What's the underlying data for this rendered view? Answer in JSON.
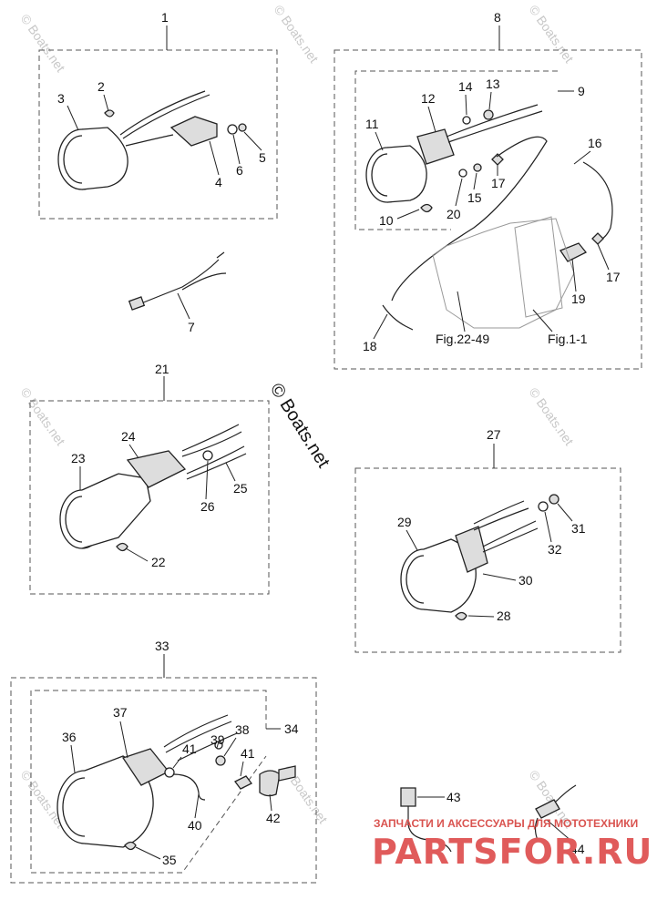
{
  "callouts": {
    "n1": "1",
    "n2": "2",
    "n3": "3",
    "n4": "4",
    "n5": "5",
    "n6": "6",
    "n7": "7",
    "n8": "8",
    "n9": "9",
    "n10": "10",
    "n11": "11",
    "n12": "12",
    "n13": "13",
    "n14": "14",
    "n15": "15",
    "n16": "16",
    "n17a": "17",
    "n17b": "17",
    "n18": "18",
    "n19": "19",
    "n20": "20",
    "n21": "21",
    "n22": "22",
    "n23": "23",
    "n24": "24",
    "n25": "25",
    "n26": "26",
    "n27": "27",
    "n28": "28",
    "n29": "29",
    "n30": "30",
    "n31": "31",
    "n32": "32",
    "n33": "33",
    "n34": "34",
    "n35": "35",
    "n36": "36",
    "n37": "37",
    "n38": "38",
    "n39": "39",
    "n40": "40",
    "n41a": "41",
    "n41b": "41",
    "n42": "42",
    "n43": "43",
    "n44": "44"
  },
  "references": {
    "fig_a": "Fig.22-49",
    "fig_b": "Fig.1-1"
  },
  "watermarks": {
    "center": "© Boats.net",
    "small": "© Boats.net"
  },
  "branding": {
    "tagline": "ЗАПЧАСТИ И АКСЕССУАРЫ ДЛЯ МОТОТЕХНИКИ",
    "site": "PARTSFOR.RU"
  }
}
